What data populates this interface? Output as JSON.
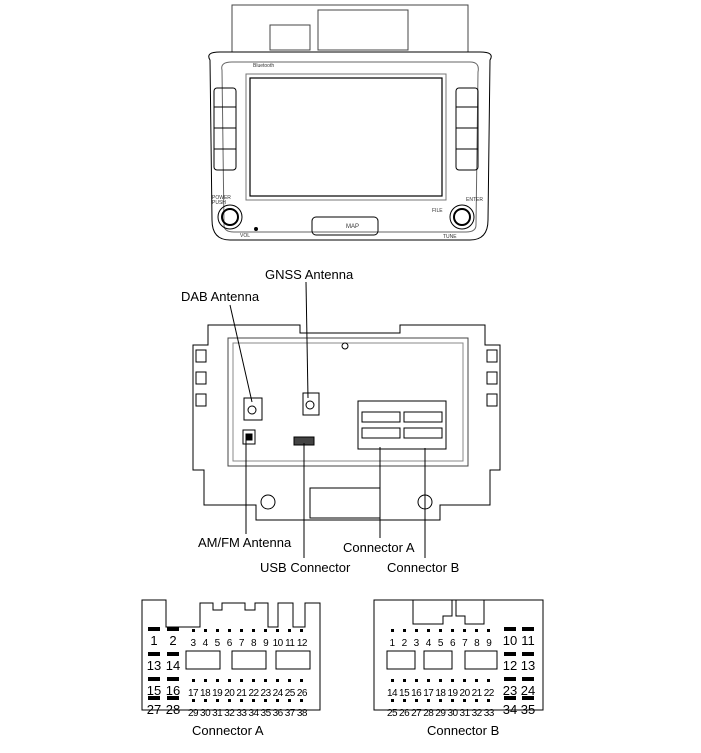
{
  "front_panel": {
    "bluetooth": "Bluetooth",
    "power_push": "POWER PUSH",
    "vol": "VOL",
    "enter": "ENTER",
    "file": "FILE",
    "tune": "TUNE",
    "map": "MAP"
  },
  "callouts": {
    "gnss": "GNSS Antenna",
    "dab": "DAB Antenna",
    "amfm": "AM/FM Antenna",
    "usb": "USB Connector",
    "conn_a": "Connector A",
    "conn_b": "Connector B"
  },
  "connector_a": {
    "title": "Connector A",
    "large_rows": [
      [
        "1",
        "2"
      ],
      [
        "13",
        "14"
      ],
      [
        "15",
        "16"
      ],
      [
        "27",
        "28"
      ]
    ],
    "small_rows": [
      [
        "3",
        "4",
        "5",
        "6",
        "7",
        "8",
        "9",
        "10",
        "11",
        "12"
      ],
      [
        "17",
        "18",
        "19",
        "20",
        "21",
        "22",
        "23",
        "24",
        "25",
        "26"
      ],
      [
        "29",
        "30",
        "31",
        "32",
        "33",
        "34",
        "35",
        "36",
        "37",
        "38"
      ]
    ]
  },
  "connector_b": {
    "title": "Connector B",
    "large_rows": [
      [
        "10",
        "11"
      ],
      [
        "12",
        "13"
      ],
      [
        "23",
        "24"
      ],
      [
        "34",
        "35"
      ]
    ],
    "small_rows": [
      [
        "1",
        "2",
        "3",
        "4",
        "5",
        "6",
        "7",
        "8",
        "9"
      ],
      [
        "14",
        "15",
        "16",
        "17",
        "18",
        "19",
        "20",
        "21",
        "22"
      ],
      [
        "25",
        "26",
        "27",
        "28",
        "29",
        "30",
        "31",
        "32",
        "33"
      ]
    ]
  }
}
